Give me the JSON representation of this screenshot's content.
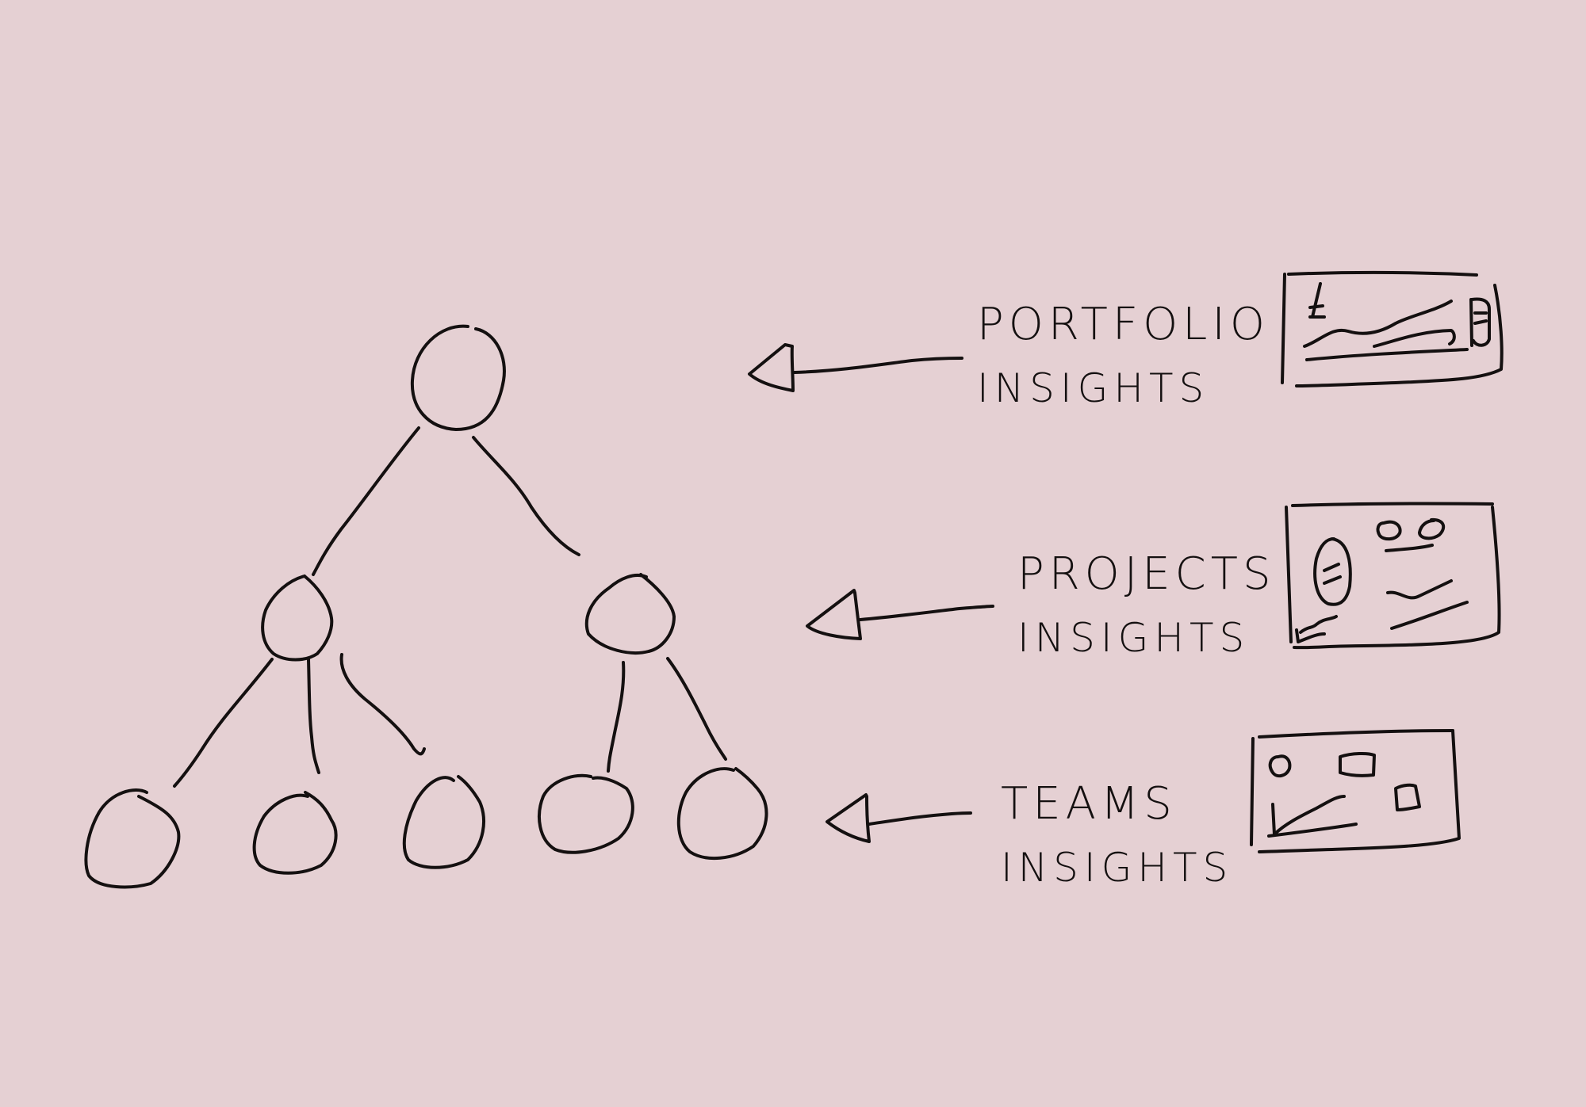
{
  "background_color": "#e5d0d3",
  "ink_color": "#141010",
  "tree": {
    "levels": [
      {
        "name": "portfolio",
        "node_count": 1
      },
      {
        "name": "projects",
        "node_count": 2
      },
      {
        "name": "teams",
        "node_count": 5
      }
    ],
    "root": {
      "id": "root"
    },
    "children": [
      {
        "id": "mid-left",
        "children": [
          "leaf-1",
          "leaf-2",
          "leaf-3"
        ]
      },
      {
        "id": "mid-right",
        "children": [
          "leaf-4",
          "leaf-5"
        ]
      }
    ]
  },
  "insights": [
    {
      "line1": "Portfolio",
      "line2": "Insights",
      "sketch": "line-chart-with-currency-symbol-and-list-icon"
    },
    {
      "line1": "Projects",
      "line2": "Insights",
      "sketch": "dashboard-with-pie-circles-and-charts"
    },
    {
      "line1": "Teams",
      "line2": "Insights",
      "sketch": "dashboard-with-circle-boxes-and-line-chart"
    }
  ]
}
